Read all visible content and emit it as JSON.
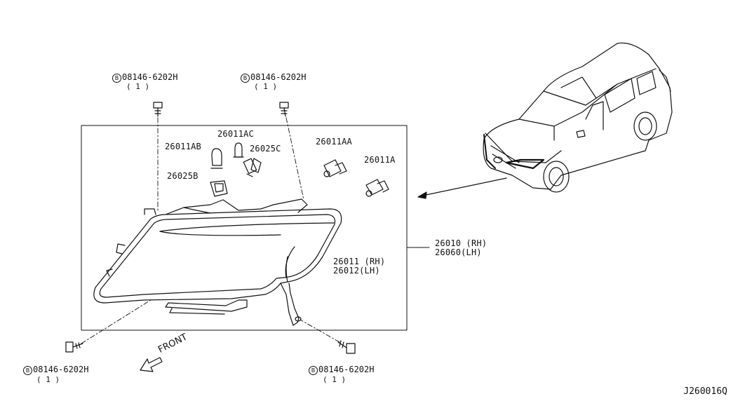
{
  "bolt_refs": {
    "top_left": {
      "symbol": "B",
      "part": "08146-6202H",
      "qty": "( 1 )"
    },
    "top_right": {
      "symbol": "B",
      "part": "08146-6202H",
      "qty": "( 1 )"
    },
    "bottom_left": {
      "symbol": "B",
      "part": "08146-6202H",
      "qty": "( 1 )"
    },
    "bottom_right": {
      "symbol": "B",
      "part": "08146-6202H",
      "qty": "( 1 )"
    }
  },
  "parts": {
    "bulb_26011AC": "26011AC",
    "bulb_26011AB": "26011AB",
    "socket_26025C": "26025C",
    "bulb_26011AA": "26011AA",
    "bulb_26011A": "26011A",
    "socket_26025B": "26025B",
    "assembly_rh": "26010 (RH)",
    "assembly_lh": "26060(LH)",
    "lens_rh": "26011 (RH)",
    "lens_lh": "26012(LH)"
  },
  "front_label": "FRONT",
  "diagram_code": "J260016Q"
}
